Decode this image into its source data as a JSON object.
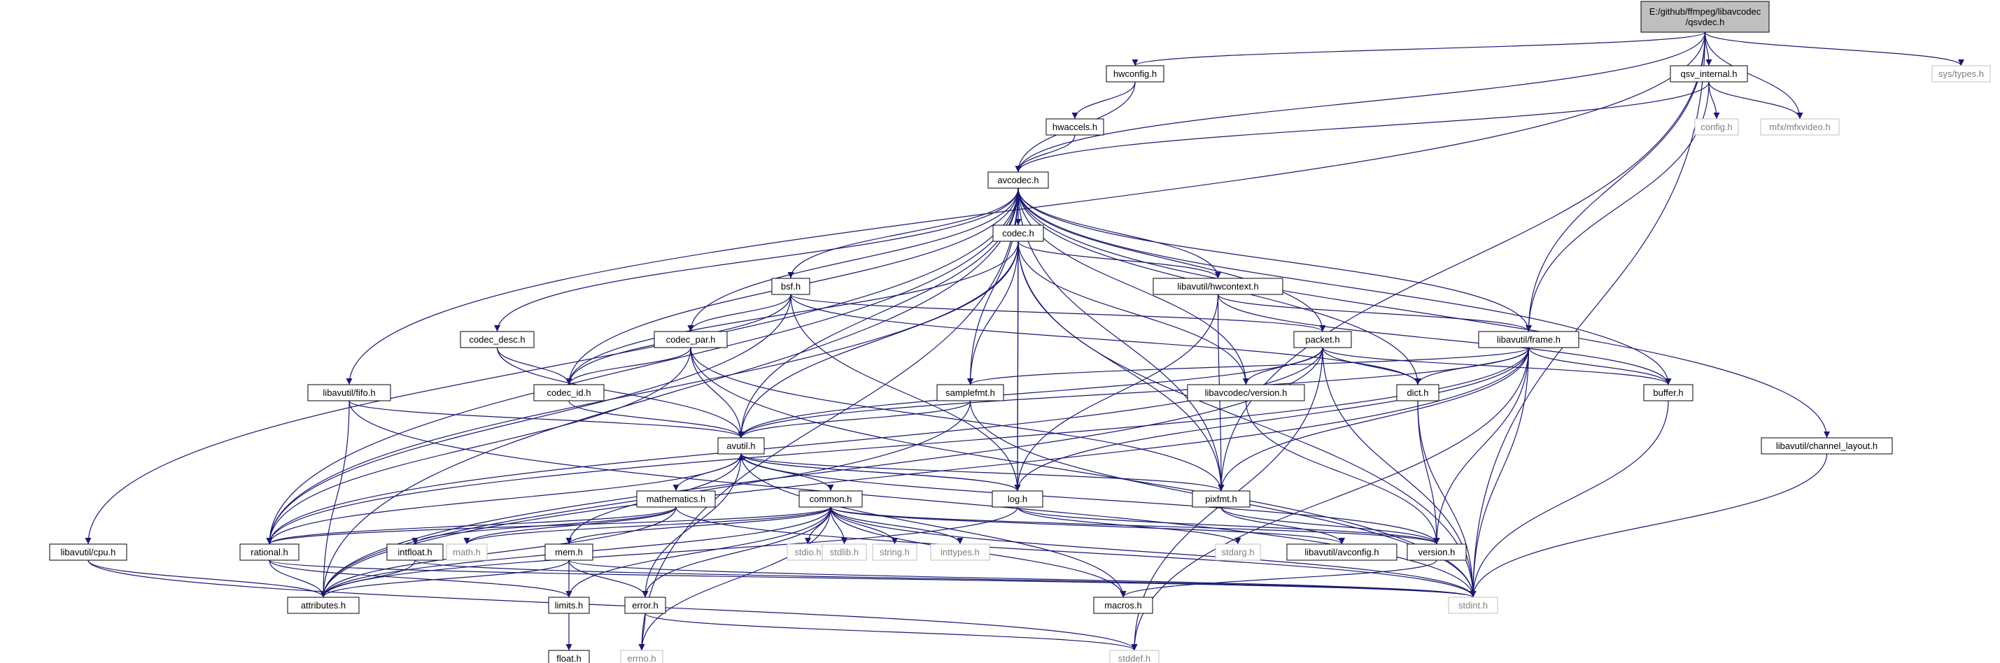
{
  "title": "E:/github/ffmpeg/libavcodec/qsvdec.h",
  "colors": {
    "edge": "#191970",
    "root_fill": "#bfbfbf",
    "node_border": "#000000",
    "external_border": "#bfbfbf",
    "external_text": "#7f7f7f",
    "background": "#ffffff"
  },
  "nodes": [
    {
      "id": "qsvdec",
      "lines": [
        "E:/github/ffmpeg/libavcodec",
        "/qsvdec.h"
      ],
      "style": "root"
    },
    {
      "id": "hwconfig",
      "lines": [
        "hwconfig.h"
      ]
    },
    {
      "id": "qsv_internal",
      "lines": [
        "qsv_internal.h"
      ]
    },
    {
      "id": "systypes",
      "lines": [
        "sys/types.h"
      ],
      "style": "external"
    },
    {
      "id": "config",
      "lines": [
        "config.h"
      ],
      "style": "external"
    },
    {
      "id": "mfxvideo",
      "lines": [
        "mfx/mfxvideo.h"
      ],
      "style": "external"
    },
    {
      "id": "hwaccels",
      "lines": [
        "hwaccels.h"
      ]
    },
    {
      "id": "avcodec",
      "lines": [
        "avcodec.h"
      ]
    },
    {
      "id": "codec",
      "lines": [
        "codec.h"
      ]
    },
    {
      "id": "bsf",
      "lines": [
        "bsf.h"
      ]
    },
    {
      "id": "hwcontext",
      "lines": [
        "libavutil/hwcontext.h"
      ]
    },
    {
      "id": "codec_desc",
      "lines": [
        "codec_desc.h"
      ]
    },
    {
      "id": "codec_par",
      "lines": [
        "codec_par.h"
      ]
    },
    {
      "id": "packet",
      "lines": [
        "packet.h"
      ]
    },
    {
      "id": "frame",
      "lines": [
        "libavutil/frame.h"
      ]
    },
    {
      "id": "fifo",
      "lines": [
        "libavutil/fifo.h"
      ]
    },
    {
      "id": "codec_id",
      "lines": [
        "codec_id.h"
      ]
    },
    {
      "id": "samplefmt",
      "lines": [
        "samplefmt.h"
      ]
    },
    {
      "id": "lavcversion",
      "lines": [
        "libavcodec/version.h"
      ]
    },
    {
      "id": "dict",
      "lines": [
        "dict.h"
      ]
    },
    {
      "id": "buffer",
      "lines": [
        "buffer.h"
      ]
    },
    {
      "id": "avutil",
      "lines": [
        "avutil.h"
      ]
    },
    {
      "id": "channel_layout",
      "lines": [
        "libavutil/channel_layout.h"
      ]
    },
    {
      "id": "mathematics",
      "lines": [
        "mathematics.h"
      ]
    },
    {
      "id": "common",
      "lines": [
        "common.h"
      ]
    },
    {
      "id": "log",
      "lines": [
        "log.h"
      ]
    },
    {
      "id": "pixfmt",
      "lines": [
        "pixfmt.h"
      ]
    },
    {
      "id": "cpu",
      "lines": [
        "libavutil/cpu.h"
      ]
    },
    {
      "id": "rational",
      "lines": [
        "rational.h"
      ]
    },
    {
      "id": "intfloat",
      "lines": [
        "intfloat.h"
      ]
    },
    {
      "id": "mathh",
      "lines": [
        "math.h"
      ],
      "style": "external"
    },
    {
      "id": "mem",
      "lines": [
        "mem.h"
      ]
    },
    {
      "id": "stdio",
      "lines": [
        "stdio.h"
      ],
      "style": "external"
    },
    {
      "id": "stdlib",
      "lines": [
        "stdlib.h"
      ],
      "style": "external"
    },
    {
      "id": "string",
      "lines": [
        "string.h"
      ],
      "style": "external"
    },
    {
      "id": "inttypes",
      "lines": [
        "inttypes.h"
      ],
      "style": "external"
    },
    {
      "id": "stdarg",
      "lines": [
        "stdarg.h"
      ],
      "style": "external"
    },
    {
      "id": "avconfig",
      "lines": [
        "libavutil/avconfig.h"
      ]
    },
    {
      "id": "version",
      "lines": [
        "version.h"
      ]
    },
    {
      "id": "attributes",
      "lines": [
        "attributes.h"
      ]
    },
    {
      "id": "limits",
      "lines": [
        "limits.h"
      ]
    },
    {
      "id": "error",
      "lines": [
        "error.h"
      ]
    },
    {
      "id": "macros",
      "lines": [
        "macros.h"
      ]
    },
    {
      "id": "stdint",
      "lines": [
        "stdint.h"
      ],
      "style": "external"
    },
    {
      "id": "float",
      "lines": [
        "float.h"
      ]
    },
    {
      "id": "errno",
      "lines": [
        "errno.h"
      ],
      "style": "external"
    },
    {
      "id": "stddef",
      "lines": [
        "stddef.h"
      ],
      "style": "external"
    }
  ],
  "edges": [
    [
      "qsvdec",
      "hwconfig"
    ],
    [
      "qsvdec",
      "qsv_internal"
    ],
    [
      "qsvdec",
      "systypes"
    ],
    [
      "qsvdec",
      "mfxvideo"
    ],
    [
      "qsvdec",
      "avcodec"
    ],
    [
      "qsvdec",
      "fifo"
    ],
    [
      "qsvdec",
      "frame"
    ],
    [
      "qsvdec",
      "pixfmt"
    ],
    [
      "qsvdec",
      "stdint"
    ],
    [
      "hwconfig",
      "hwaccels"
    ],
    [
      "hwconfig",
      "avcodec"
    ],
    [
      "hwaccels",
      "avcodec"
    ],
    [
      "qsv_internal",
      "config"
    ],
    [
      "qsv_internal",
      "mfxvideo"
    ],
    [
      "qsv_internal",
      "avcodec"
    ],
    [
      "qsv_internal",
      "frame"
    ],
    [
      "avcodec",
      "codec"
    ],
    [
      "avcodec",
      "bsf"
    ],
    [
      "avcodec",
      "hwcontext"
    ],
    [
      "avcodec",
      "codec_desc"
    ],
    [
      "avcodec",
      "codec_par"
    ],
    [
      "avcodec",
      "packet"
    ],
    [
      "avcodec",
      "frame"
    ],
    [
      "avcodec",
      "codec_id"
    ],
    [
      "avcodec",
      "samplefmt"
    ],
    [
      "avcodec",
      "lavcversion"
    ],
    [
      "avcodec",
      "dict"
    ],
    [
      "avcodec",
      "buffer"
    ],
    [
      "avcodec",
      "avutil"
    ],
    [
      "avcodec",
      "channel_layout"
    ],
    [
      "avcodec",
      "log"
    ],
    [
      "avcodec",
      "pixfmt"
    ],
    [
      "avcodec",
      "cpu"
    ],
    [
      "avcodec",
      "rational"
    ],
    [
      "avcodec",
      "attributes"
    ],
    [
      "avcodec",
      "errno"
    ],
    [
      "codec",
      "hwcontext"
    ],
    [
      "codec",
      "codec_id"
    ],
    [
      "codec",
      "samplefmt"
    ],
    [
      "codec",
      "avutil"
    ],
    [
      "codec",
      "log"
    ],
    [
      "codec",
      "pixfmt"
    ],
    [
      "codec",
      "rational"
    ],
    [
      "codec",
      "lavcversion"
    ],
    [
      "codec",
      "stdint"
    ],
    [
      "bsf",
      "codec_id"
    ],
    [
      "bsf",
      "codec_par"
    ],
    [
      "bsf",
      "packet"
    ],
    [
      "bsf",
      "dict"
    ],
    [
      "bsf",
      "log"
    ],
    [
      "bsf",
      "rational"
    ],
    [
      "hwcontext",
      "frame"
    ],
    [
      "hwcontext",
      "buffer"
    ],
    [
      "hwcontext",
      "log"
    ],
    [
      "hwcontext",
      "pixfmt"
    ],
    [
      "codec_desc",
      "codec_id"
    ],
    [
      "codec_desc",
      "avutil"
    ],
    [
      "codec_par",
      "codec_id"
    ],
    [
      "codec_par",
      "avutil"
    ],
    [
      "codec_par",
      "rational"
    ],
    [
      "codec_par",
      "pixfmt"
    ],
    [
      "codec_par",
      "stdint"
    ],
    [
      "packet",
      "dict"
    ],
    [
      "packet",
      "buffer"
    ],
    [
      "packet",
      "lavcversion"
    ],
    [
      "packet",
      "avutil"
    ],
    [
      "packet",
      "attributes"
    ],
    [
      "packet",
      "stdint"
    ],
    [
      "packet",
      "stddef"
    ],
    [
      "packet",
      "rational"
    ],
    [
      "frame",
      "buffer"
    ],
    [
      "frame",
      "dict"
    ],
    [
      "frame",
      "samplefmt"
    ],
    [
      "frame",
      "avutil"
    ],
    [
      "frame",
      "pixfmt"
    ],
    [
      "frame",
      "rational"
    ],
    [
      "frame",
      "version"
    ],
    [
      "frame",
      "stdint"
    ],
    [
      "frame",
      "stddef"
    ],
    [
      "frame",
      "attributes"
    ],
    [
      "frame",
      "log"
    ],
    [
      "fifo",
      "avutil"
    ],
    [
      "fifo",
      "attributes"
    ],
    [
      "fifo",
      "stdint"
    ],
    [
      "codec_id",
      "avutil"
    ],
    [
      "samplefmt",
      "avutil"
    ],
    [
      "samplefmt",
      "attributes"
    ],
    [
      "samplefmt",
      "stdint"
    ],
    [
      "lavcversion",
      "version"
    ],
    [
      "dict",
      "version"
    ],
    [
      "dict",
      "stdint"
    ],
    [
      "buffer",
      "stdint"
    ],
    [
      "avutil",
      "common"
    ],
    [
      "avutil",
      "rational"
    ],
    [
      "avutil",
      "version"
    ],
    [
      "avutil",
      "macros"
    ],
    [
      "avutil",
      "mathematics"
    ],
    [
      "avutil",
      "log"
    ],
    [
      "avutil",
      "pixfmt"
    ],
    [
      "avutil",
      "error"
    ],
    [
      "channel_layout",
      "stdint"
    ],
    [
      "mathematics",
      "stdint"
    ],
    [
      "mathematics",
      "mathh"
    ],
    [
      "mathematics",
      "attributes"
    ],
    [
      "mathematics",
      "rational"
    ],
    [
      "mathematics",
      "intfloat"
    ],
    [
      "common",
      "errno"
    ],
    [
      "common",
      "inttypes"
    ],
    [
      "common",
      "limits"
    ],
    [
      "common",
      "mathh"
    ],
    [
      "common",
      "stdint"
    ],
    [
      "common",
      "stdio"
    ],
    [
      "common",
      "stdlib"
    ],
    [
      "common",
      "string"
    ],
    [
      "common",
      "attributes"
    ],
    [
      "common",
      "macros"
    ],
    [
      "common",
      "version"
    ],
    [
      "common",
      "avconfig"
    ],
    [
      "common",
      "mem"
    ],
    [
      "common",
      "error"
    ],
    [
      "common",
      "rational"
    ],
    [
      "log",
      "stdarg"
    ],
    [
      "log",
      "avutil"
    ],
    [
      "log",
      "attributes"
    ],
    [
      "log",
      "version"
    ],
    [
      "pixfmt",
      "avconfig"
    ],
    [
      "pixfmt",
      "version"
    ],
    [
      "cpu",
      "attributes"
    ],
    [
      "cpu",
      "stddef"
    ],
    [
      "rational",
      "stdint"
    ],
    [
      "rational",
      "limits"
    ],
    [
      "rational",
      "attributes"
    ],
    [
      "intfloat",
      "stdint"
    ],
    [
      "intfloat",
      "attributes"
    ],
    [
      "mem",
      "limits"
    ],
    [
      "mem",
      "stdint"
    ],
    [
      "mem",
      "attributes"
    ],
    [
      "mem",
      "error"
    ],
    [
      "mem",
      "avutil"
    ],
    [
      "version",
      "macros"
    ],
    [
      "limits",
      "float"
    ],
    [
      "error",
      "errno"
    ],
    [
      "error",
      "stddef"
    ]
  ]
}
